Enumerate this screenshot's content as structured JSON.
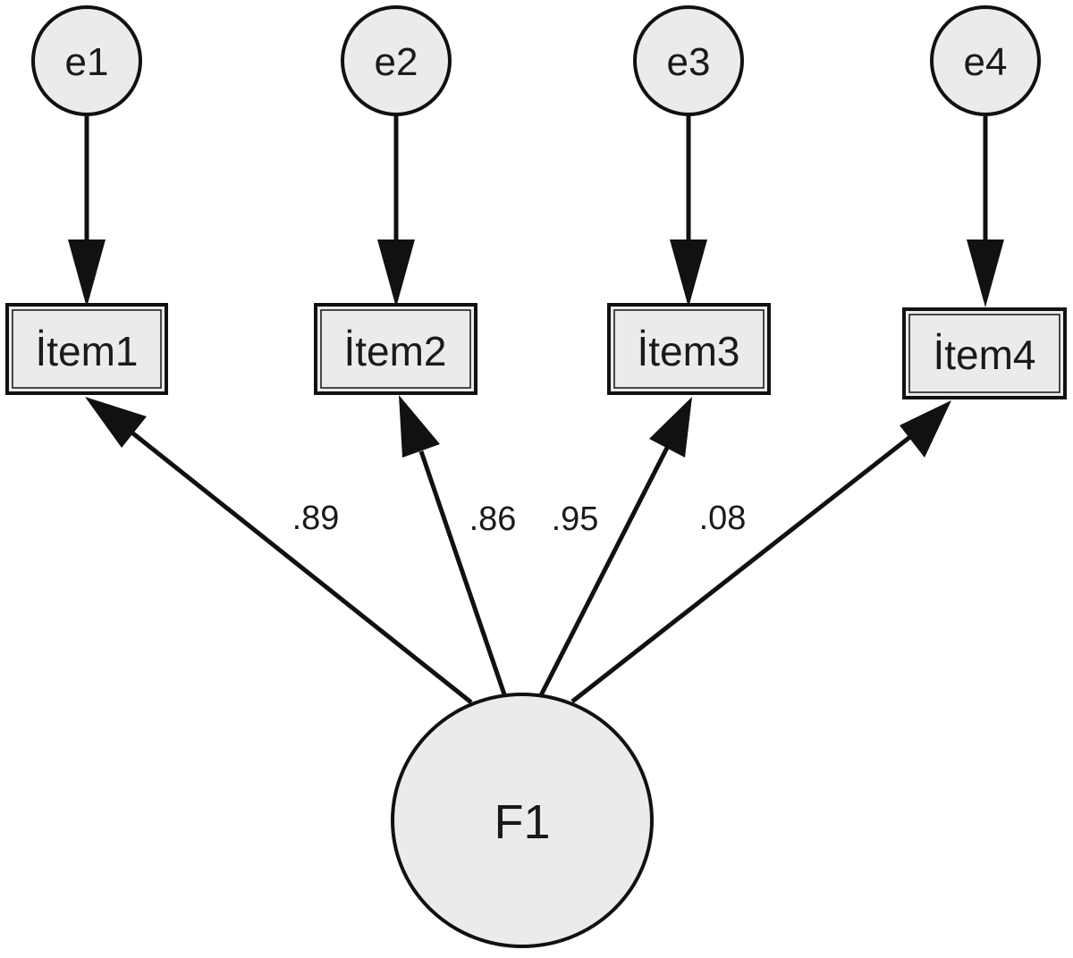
{
  "diagram": {
    "type": "structural-equation-model",
    "error_terms": [
      {
        "id": "e1",
        "label": "e1"
      },
      {
        "id": "e2",
        "label": "e2"
      },
      {
        "id": "e3",
        "label": "e3"
      },
      {
        "id": "e4",
        "label": "e4"
      }
    ],
    "observed_items": [
      {
        "id": "item1",
        "label": "İtem1"
      },
      {
        "id": "item2",
        "label": "İtem2"
      },
      {
        "id": "item3",
        "label": "İtem3"
      },
      {
        "id": "item4",
        "label": "İtem4"
      }
    ],
    "latent_factor": {
      "id": "F1",
      "label": "F1"
    },
    "loadings": [
      {
        "from": "F1",
        "to": "item1",
        "value": ".89"
      },
      {
        "from": "F1",
        "to": "item2",
        "value": ".86"
      },
      {
        "from": "F1",
        "to": "item3",
        "value": ".95"
      },
      {
        "from": "F1",
        "to": "item4",
        "value": ".08"
      }
    ],
    "error_paths": [
      {
        "from": "e1",
        "to": "item1"
      },
      {
        "from": "e2",
        "to": "item2"
      },
      {
        "from": "e3",
        "to": "item3"
      },
      {
        "from": "e4",
        "to": "item4"
      }
    ]
  }
}
